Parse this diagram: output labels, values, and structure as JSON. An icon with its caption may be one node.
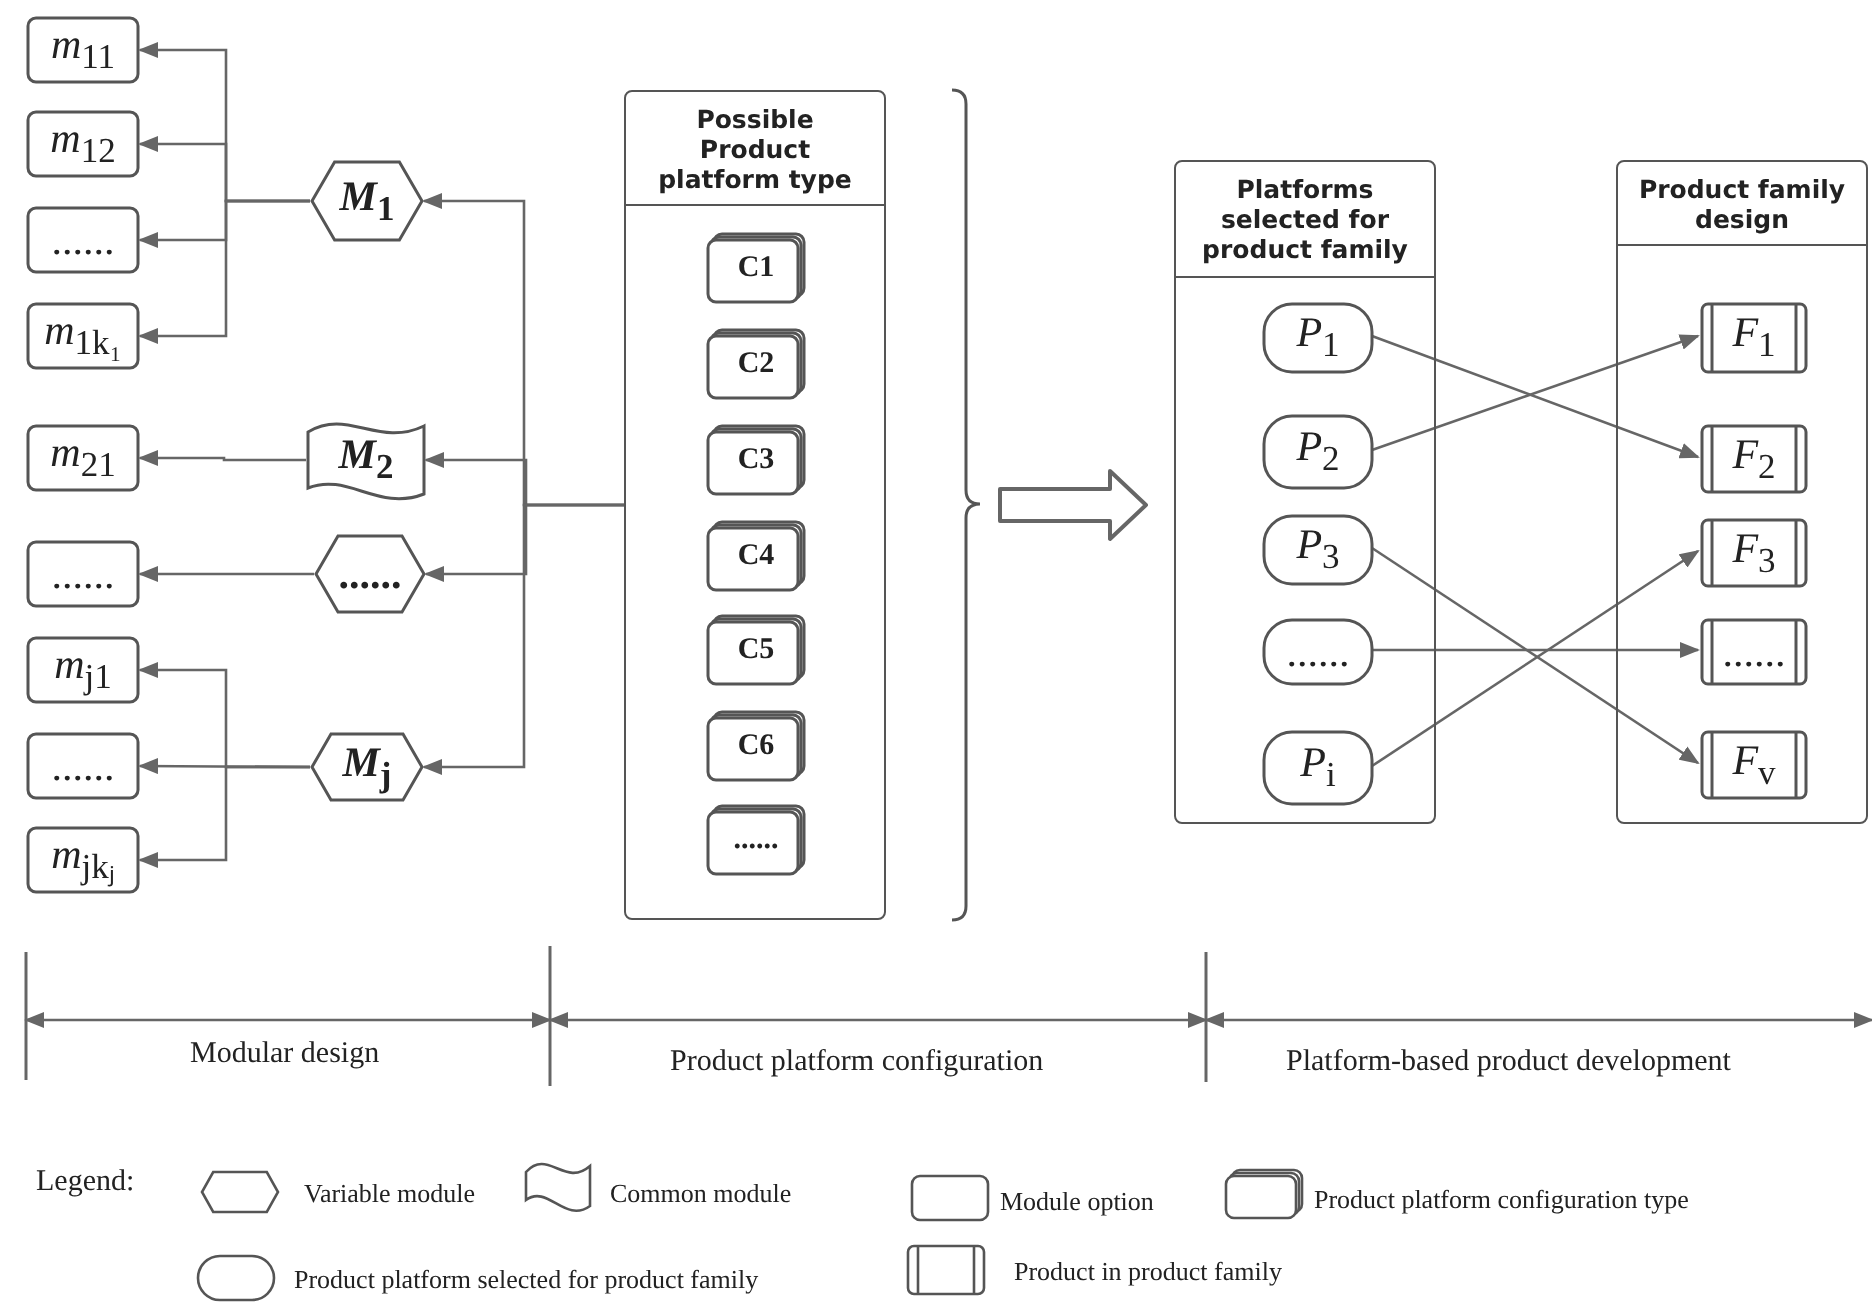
{
  "diagram": {
    "nodes": [
      {
        "text": [
          "*m*$_{11}$"
        ]
      },
      {
        "text": [
          "*m*$_{12}$"
        ]
      },
      {
        "text": [
          "......"
        ]
      },
      {
        "text": [
          "*m*$_{1k₁}$"
        ]
      },
      {
        "text": [
          "*M*$_{1}$"
        ]
      },
      {
        "text": [
          "*m*$_{21}$"
        ]
      },
      {
        "text": [
          "*M*$_{2}$"
        ]
      },
      {
        "text": [
          "......"
        ]
      },
      {
        "text": [
          "......"
        ]
      },
      {
        "text": [
          "*m*$_{j1}$"
        ]
      },
      {
        "text": [
          "......"
        ]
      },
      {
        "text": [
          "*m*$_{jkⱼ}$"
        ]
      },
      {
        "text": [
          "*M*$_{j}$"
        ]
      },
      {
        "text": [
          "Possible Product platform type"
        ]
      },
      {
        "text": [
          "C1"
        ],
        "in": 13
      },
      {
        "text": [
          "C2"
        ],
        "in": 13
      },
      {
        "text": [
          "C3"
        ],
        "in": 13
      },
      {
        "text": [
          "C4"
        ],
        "in": 13
      },
      {
        "text": [
          "C5"
        ],
        "in": 13
      },
      {
        "text": [
          "C6"
        ],
        "in": 13
      },
      {
        "text": [
          "......"
        ],
        "in": 13
      },
      {
        "text": [
          "Platforms selected for product family"
        ]
      },
      {
        "text": [
          "*P*$_{1}$"
        ],
        "in": 21
      },
      {
        "text": [
          "*P*$_{2}$"
        ],
        "in": 21
      },
      {
        "text": [
          "*P*$_{3}$"
        ],
        "in": 21
      },
      {
        "text": [
          "......"
        ],
        "in": 21
      },
      {
        "text": [
          "*P*$_{i}$"
        ],
        "in": 21
      },
      {
        "text": [
          "Product family design"
        ]
      },
      {
        "text": [
          "*F*$_{1}$"
        ],
        "in": 27
      },
      {
        "text": [
          "*F*$_{2}$"
        ],
        "in": 27
      },
      {
        "text": [
          "*F*$_{3}$"
        ],
        "in": 27
      },
      {
        "text": [
          "......"
        ],
        "in": 27
      },
      {
        "text": [
          "*F*$_{v}$"
        ],
        "in": 27
      }
    ],
    "edges": [
      {
        "from": 4,
        "to": 0,
        "arrow": "to"
      },
      {
        "from": 4,
        "to": 1,
        "arrow": "to"
      },
      {
        "from": 4,
        "to": 2,
        "arrow": "to"
      },
      {
        "from": 4,
        "to": 3,
        "arrow": "to"
      },
      {
        "from": 6,
        "to": 5,
        "arrow": "to"
      },
      {
        "from": 8,
        "to": 7,
        "arrow": "to"
      },
      {
        "from": 12,
        "to": 9,
        "arrow": "to"
      },
      {
        "from": 12,
        "to": 10,
        "arrow": "to"
      },
      {
        "from": 12,
        "to": 11,
        "arrow": "to"
      },
      {
        "from": 13,
        "to": 4,
        "arrow": "to"
      },
      {
        "from": 13,
        "to": 6,
        "arrow": "to"
      },
      {
        "from": 13,
        "to": 8,
        "arrow": "to"
      },
      {
        "from": 13,
        "to": 12,
        "arrow": "to"
      },
      {
        "from": 13,
        "to": 21,
        "arrow": "to",
        "style": "thick"
      },
      {
        "from": 22,
        "to": 29,
        "arrow": "to"
      },
      {
        "from": 23,
        "to": 28,
        "arrow": "to"
      },
      {
        "from": 24,
        "to": 32,
        "arrow": "to"
      },
      {
        "from": 25,
        "to": 31,
        "arrow": "to"
      },
      {
        "from": 26,
        "to": 30,
        "arrow": "to"
      }
    ],
    "labels": [
      "Modular design",
      "Product platform configuration",
      "Platform-based product development",
      "Legend:"
    ],
    "legend": [
      {
        "text": "Variable module"
      },
      {
        "text": "Common module"
      },
      {
        "text": "Module option"
      },
      {
        "text": "Product platform configuration type"
      },
      {
        "text": "Product platform selected for product family"
      },
      {
        "text": "Product in product family"
      }
    ]
  }
}
